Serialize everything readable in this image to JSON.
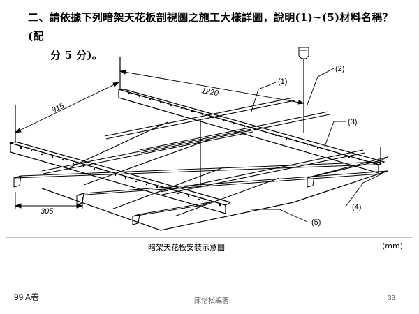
{
  "question": {
    "line1": "二、請依據下列暗架天花板剖視圖之施工大樣詳圖，說明(1)~(5)材料名稱？(配",
    "line2": "分 5 分)。"
  },
  "figure": {
    "dim_top": "1220",
    "dim_left": "915",
    "dim_bottom": "305",
    "labels": [
      "(1)",
      "(2)",
      "(3)",
      "(4)",
      "(5)"
    ],
    "caption": "暗架天花板安裝示意圖",
    "unit": "(mm)"
  },
  "footer": {
    "exam": "99 A卷",
    "author": "陳怡松編著",
    "page": "33"
  }
}
